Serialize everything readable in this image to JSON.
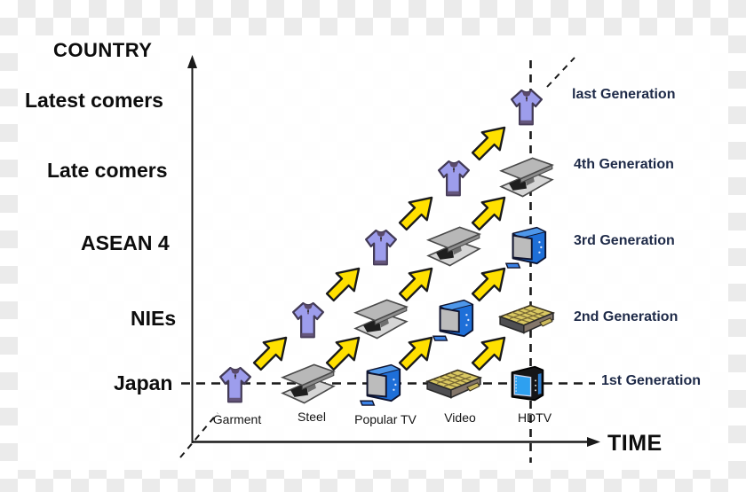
{
  "axes": {
    "y_axis_title": "COUNTRY",
    "x_axis_title": "TIME"
  },
  "country_labels": [
    "Latest comers",
    "Late comers",
    "ASEAN 4",
    "NIEs",
    "Japan"
  ],
  "generation_labels": [
    "last Generation",
    "4th Generation",
    "3rd Generation",
    "2nd Generation",
    "1st Generation"
  ],
  "product_labels": [
    "Garment",
    "Steel",
    "Popular TV",
    "Video",
    "HDTV"
  ],
  "grid": {
    "col_x": [
      265,
      347,
      429,
      511,
      593
    ],
    "row_y": [
      433,
      360,
      278,
      200,
      120
    ],
    "products": [
      {
        "id": "garment",
        "icon": "tshirt-icon",
        "occurrences": 5
      },
      {
        "id": "steel",
        "icon": "steel-beam-icon",
        "occurrences": 4
      },
      {
        "id": "popular-tv",
        "icon": "crt-tv-icon",
        "occurrences": 3
      },
      {
        "id": "video",
        "icon": "vcr-icon",
        "occurrences": 2
      },
      {
        "id": "hdtv",
        "icon": "hdtv-icon",
        "occurrences": 1
      }
    ],
    "arrow_icon": "up-right-arrow-icon"
  },
  "colors": {
    "checker_gray": "#ebebeb",
    "arrow_yellow": "#ffe000",
    "shirt_purple": "#9d9dec",
    "tv_blue": "#1e6fd8",
    "hdtv_screen": "#2ea0f0",
    "vcr_gold": "#d9c862",
    "generation_text": "#1e2a48",
    "line_black": "#1a1a1a"
  }
}
